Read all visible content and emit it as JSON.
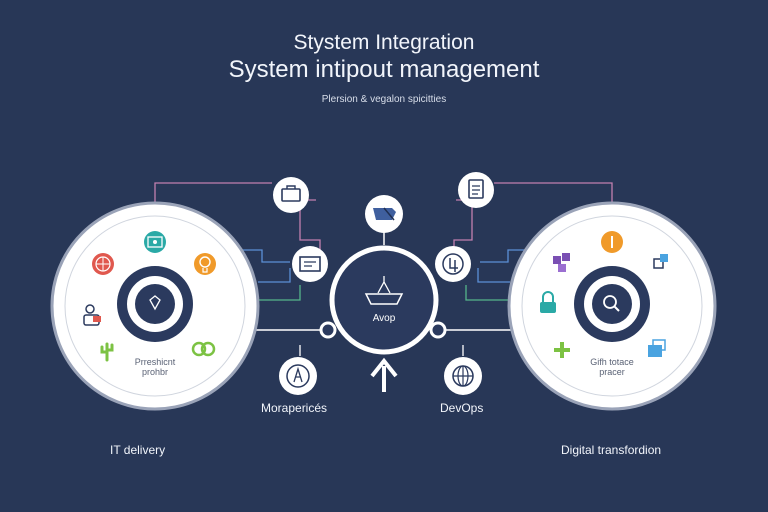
{
  "header": {
    "title_line1": "Stystem Integration",
    "title_line2": "System intipout management",
    "subtitle": "Plersion & vegalon spicitties"
  },
  "left_circle": {
    "center_text_line1": "Prreshicnt",
    "center_text_line2": "prohbr",
    "caption": "IT delivery",
    "icons": [
      "globe-icon",
      "image-icon",
      "lightbulb-icon",
      "user-icon",
      "cactus-icon",
      "link-icon"
    ]
  },
  "right_circle": {
    "center_text_line1": "Gifh totace",
    "center_text_line2": "pracer",
    "caption": "Digital transfordion",
    "icons": [
      "pencil-icon",
      "cubes-icon",
      "blocks-icon",
      "lock-icon",
      "plus-icon",
      "window-icon"
    ]
  },
  "hub": {
    "label": "Avop"
  },
  "nodes": {
    "left_label": "Morapericés",
    "right_label": "DevOps"
  },
  "colors": {
    "background": "#283757",
    "ring_dark": "#2b3a5e",
    "line_pink": "#c27fb0",
    "line_blue": "#5b8fd6",
    "line_green": "#55b58a"
  }
}
